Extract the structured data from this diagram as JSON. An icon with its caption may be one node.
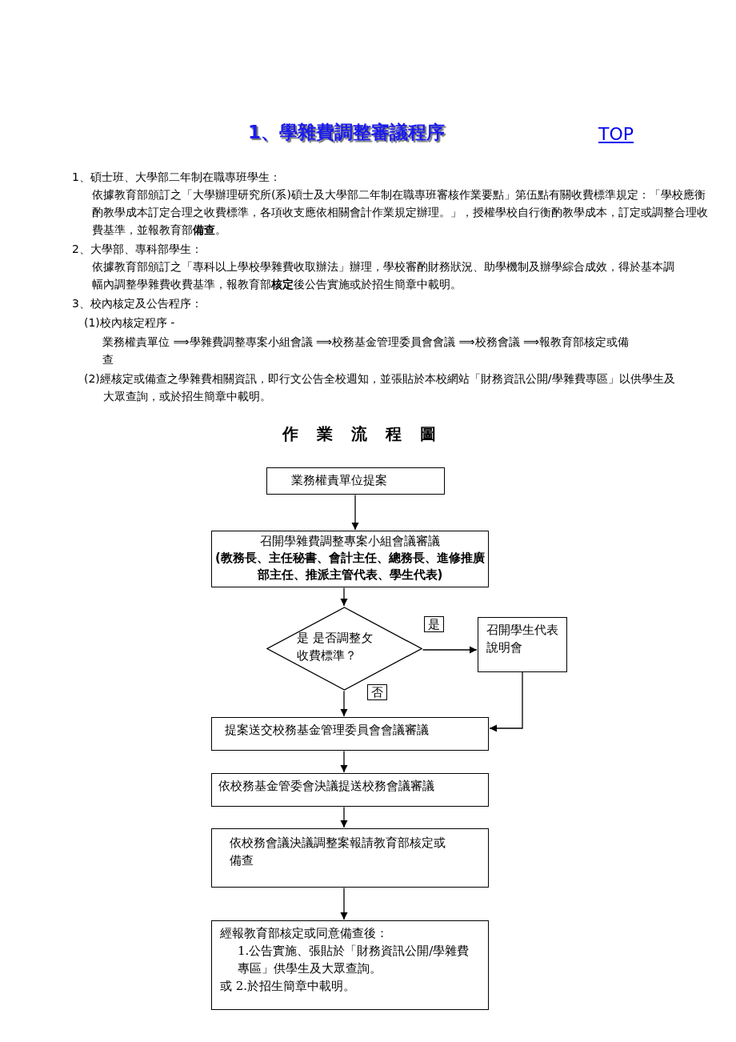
{
  "diagram": {
    "title": "1、學雜費調整審議程序",
    "nodes": [
      {
        "text": [
          "業務權責單位提案"
        ]
      },
      {
        "text": [
          "召開學雜費調整專案小組會議審議",
          "(教務長、主任秘書、會計主任、總務長、進修推廣部主任、推派主管代表、學生代表)"
        ]
      },
      {
        "text": [
          "是 是否調整攵收費標準？"
        ]
      },
      {
        "text": [
          "召開學生代表說明會"
        ]
      },
      {
        "text": [
          "提案送交校務基金管理委員會會議審議"
        ]
      },
      {
        "text": [
          "依校務基金管委會決議提送校務會議審議"
        ]
      },
      {
        "text": [
          "依校務會議決議調整案報請教育部核定或備查"
        ]
      },
      {
        "text": [
          "經報教育部核定或同意備查後：",
          "1.公告實施、張貼於「財務資訊公開/學雜費專區」供學生及大眾查詢。",
          "或 2.於招生簡章中載明。"
        ]
      }
    ],
    "edges": [
      {
        "from": 0,
        "to": 1,
        "arrow": "to"
      },
      {
        "from": 1,
        "to": 2,
        "arrow": "to"
      },
      {
        "from": 2,
        "to": 3,
        "arrow": "to",
        "label": "是"
      },
      {
        "from": 2,
        "to": 4,
        "arrow": "to",
        "label": "否"
      },
      {
        "from": 3,
        "to": 4,
        "arrow": "to"
      },
      {
        "from": 4,
        "to": 5,
        "arrow": "to"
      },
      {
        "from": 5,
        "to": 6,
        "arrow": "to"
      },
      {
        "from": 6,
        "to": 7,
        "arrow": "to"
      }
    ],
    "labels": [
      "TOP",
      "1、碩士班、大學部二年制在職專班學生：",
      "依據教育部頒訂之「大學辦理研究所(系)碩士及大學部二年制在職專班審核作業要點」第伍點有關收費標準規定：「學校應衡酌教學成本訂定合理之收費標準，各項收支應依相關會計作業規定辦理。」，授權學校自行衡酌教學成本，訂定或調整合理收費基準，並報教育部**備查**。",
      "2、大學部、專科部學生：",
      "依據教育部頒訂之「專科以上學校學雜費收取辦法」辦理，學校審酌財務狀況、助學機制及辦學綜合成效，得於基本調幅內調整學雜費收費基準，報教育部**核定**後公告實施或於招生簡章中載明。",
      "3、校內核定及公告程序：",
      "(1)校內核定程序 -",
      "業務權責單位 ⟹學雜費調整專案小組會議 ⟹校務基金管理委員會會議 ⟹校務會議 ⟹報教育部核定或備查",
      "(2)經核定或備查之學雜費相關資訊，即行文公告全校週知，並張貼於本校網站「財務資訊公開/學雜費專區」以供學生及大眾查詢，或於招生簡章中載明。",
      "作 業 流 程 圖"
    ]
  }
}
